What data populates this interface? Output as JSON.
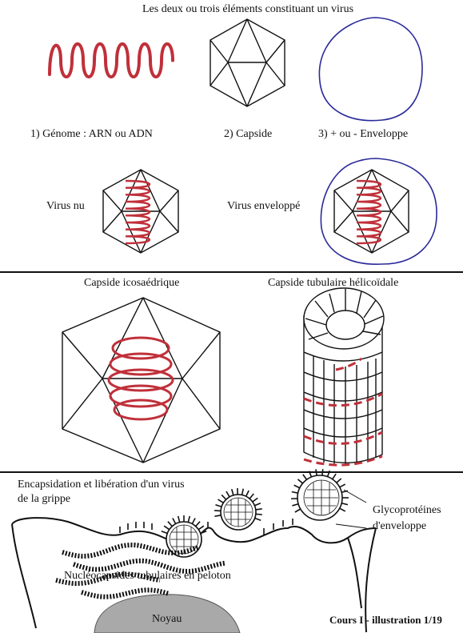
{
  "section1": {
    "title": "Les deux ou trois éléments constituant un virus",
    "genome_label": "1) Génome : ARN ou ADN",
    "capsid_label": "2) Capside",
    "envelope_label": "3) + ou - Enveloppe",
    "naked_virus_label": "Virus nu",
    "enveloped_virus_label": "Virus enveloppé"
  },
  "section2": {
    "icosahedral_label": "Capside icosaédrique",
    "helical_label": "Capside tubulaire hélicoïdale"
  },
  "section3": {
    "title_line1": "Encapsidation et libération d'un virus",
    "title_line2": "de la grippe",
    "glyco_line1": "Glycoprotéines",
    "glyco_line2": "d'enveloppe",
    "nucleocapsid_label": "Nucléocapsides tubulaires en peloton",
    "nucleus_label": "Noyau"
  },
  "footer": "Cours I - illustration 1/19",
  "colors": {
    "genome": "#c0303a",
    "envelope": "#2a2a9a",
    "line": "#111111",
    "nucleus": "#a9a9a9"
  }
}
